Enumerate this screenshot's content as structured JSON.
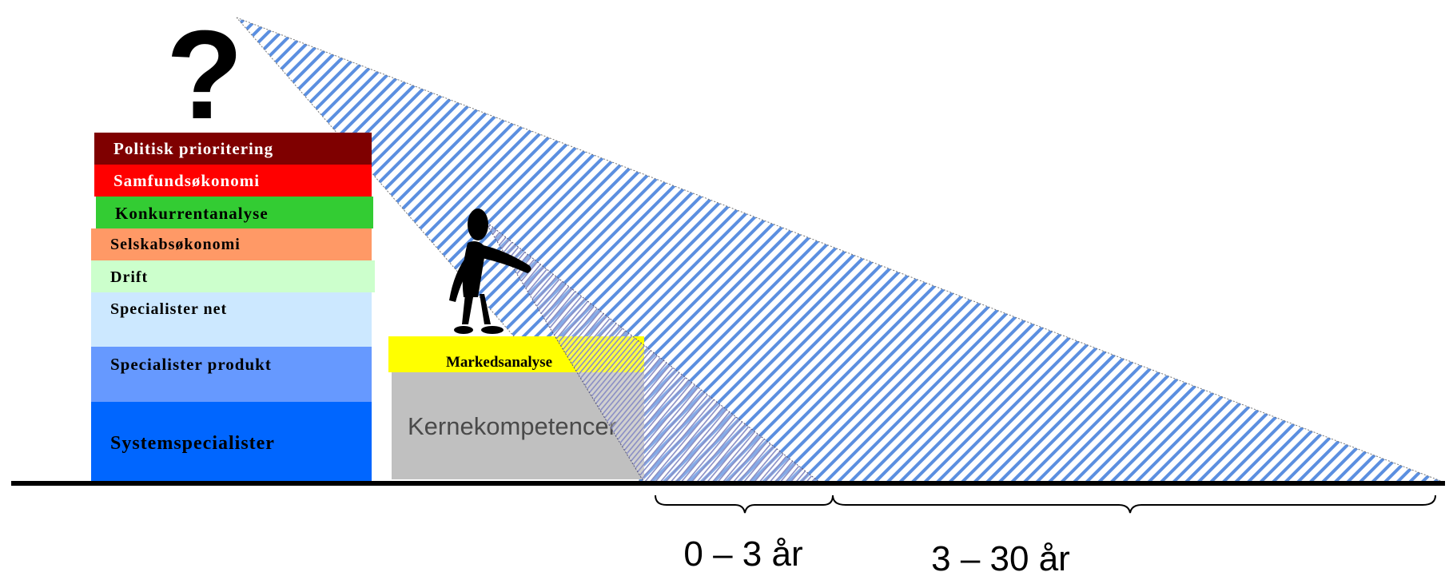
{
  "question_mark": "?",
  "stack_layers": [
    {
      "label": "Politisk prioritering",
      "color": "#7f0000",
      "text_color": "#ffffff"
    },
    {
      "label": "Samfundsøkonomi",
      "color": "#ff0000",
      "text_color": "#ffffff"
    },
    {
      "label": "Konkurrentanalyse",
      "color": "#33cc33",
      "text_color": "#000000"
    },
    {
      "label": "Selskabsøkonomi",
      "color": "#ff9966",
      "text_color": "#000000"
    },
    {
      "label": "Drift",
      "color": "#ccffcc",
      "text_color": "#000000"
    },
    {
      "label": "Specialister net",
      "color": "#cce8ff",
      "text_color": "#000000"
    },
    {
      "label": "Specialister produkt",
      "color": "#6699ff",
      "text_color": "#000000"
    },
    {
      "label": "Systemspecialister",
      "color": "#0066ff",
      "text_color": "#000000"
    }
  ],
  "platform": {
    "top_label": "Markedsanalyse",
    "top_color": "#ffff00",
    "base_label": "Kernekompetencer",
    "base_color": "#c0c0c0"
  },
  "hatch_color": "#5b8fe0",
  "time_ranges": [
    {
      "label": "0 – 3 år"
    },
    {
      "label": "3 – 30 år"
    }
  ]
}
